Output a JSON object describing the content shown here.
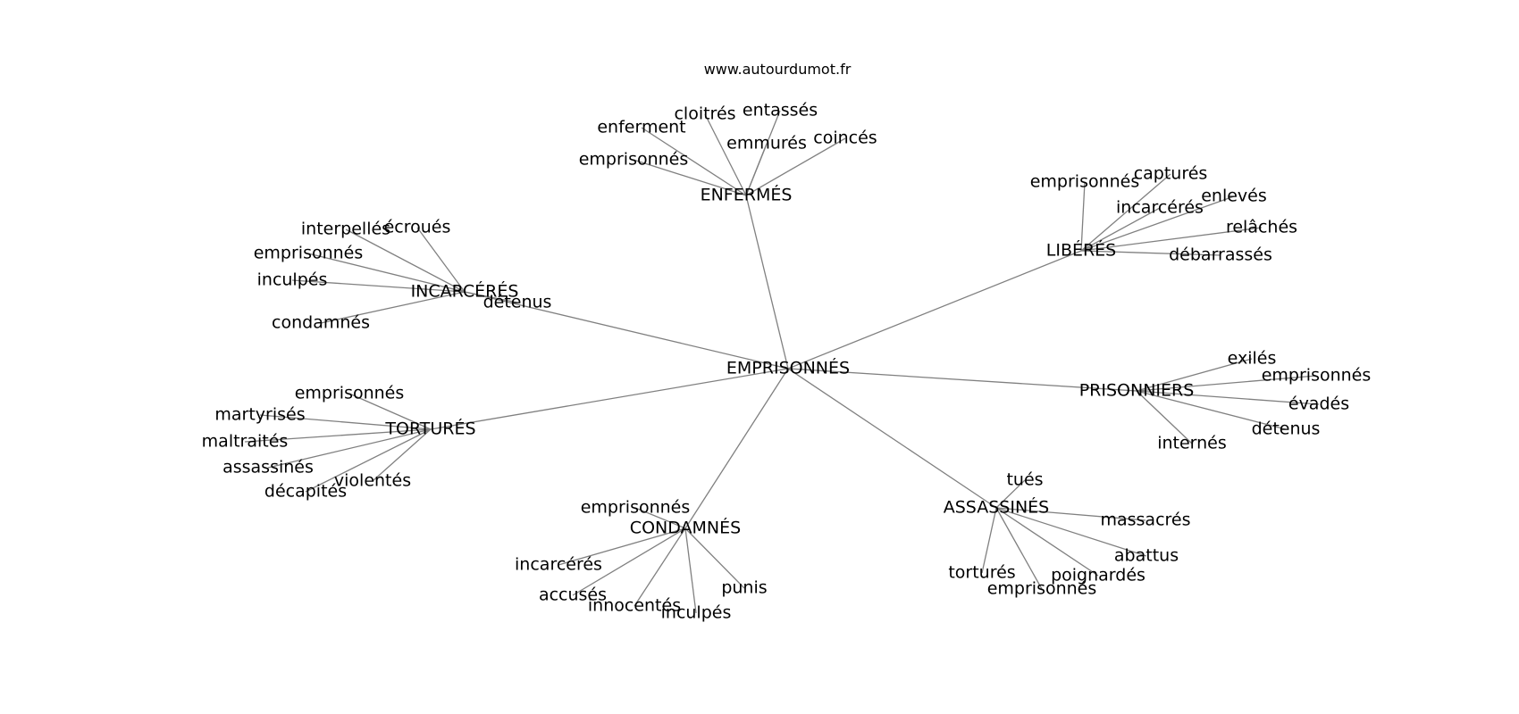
{
  "source": "www.autourdumot.fr",
  "center": "EMPRISONNÉS",
  "clusters": [
    {
      "hub": "ENFERMÉS",
      "leaves": [
        "enferment",
        "cloitrés",
        "entassés",
        "emmurés",
        "coincés",
        "emprisonnés"
      ]
    },
    {
      "hub": "LIBÉRÉS",
      "leaves": [
        "emprisonnés",
        "capturés",
        "incarcérés",
        "enlevés",
        "relâchés",
        "débarrassés"
      ]
    },
    {
      "hub": "INCARCÉRÉS",
      "leaves": [
        "interpellés",
        "écroués",
        "emprisonnés",
        "inculpés",
        "condamnés",
        "détenus"
      ]
    },
    {
      "hub": "PRISONNIERS",
      "leaves": [
        "exilés",
        "emprisonnés",
        "évadés",
        "détenus",
        "internés"
      ]
    },
    {
      "hub": "TORTURÉS",
      "leaves": [
        "emprisonnés",
        "martyrisés",
        "maltraités",
        "assassinés",
        "décapités",
        "violentés"
      ]
    },
    {
      "hub": "ASSASSINÉS",
      "leaves": [
        "tués",
        "massacrés",
        "abattus",
        "poignardés",
        "torturés",
        "emprisonnés"
      ]
    },
    {
      "hub": "CONDAMNÉS",
      "leaves": [
        "emprisonnés",
        "incarcérés",
        "accusés",
        "innocentés",
        "inculpés",
        "punis"
      ]
    }
  ]
}
